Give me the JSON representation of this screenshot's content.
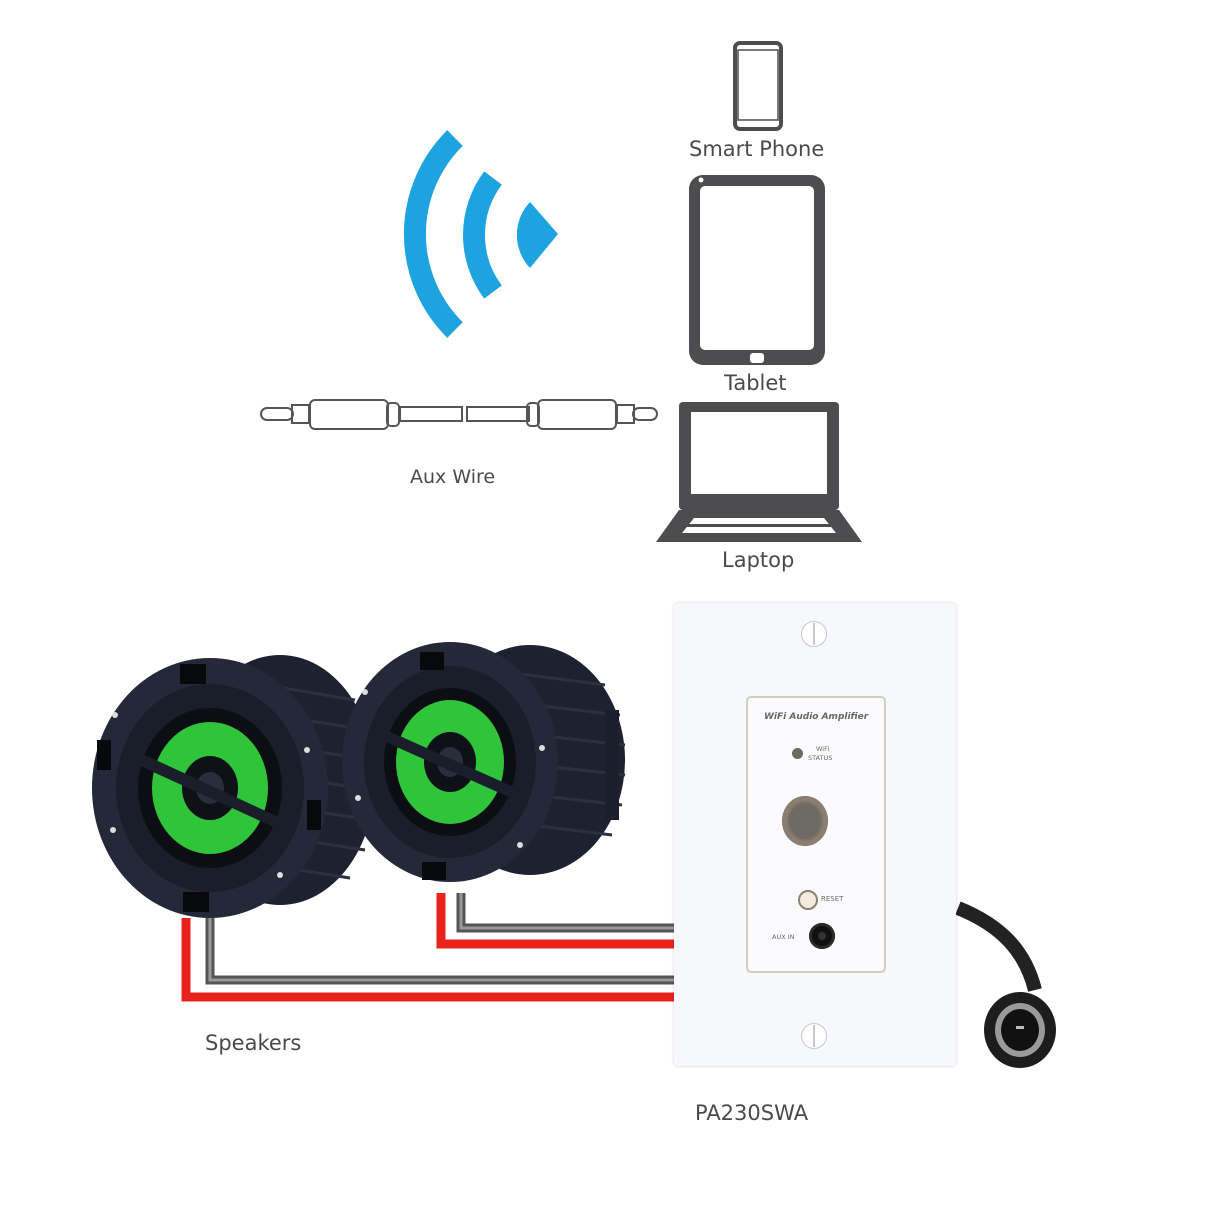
{
  "diagram": {
    "devices": {
      "smart_phone": {
        "label": "Smart Phone",
        "icon": "smartphone-icon"
      },
      "tablet": {
        "label": "Tablet",
        "icon": "tablet-icon"
      },
      "laptop": {
        "label": "Laptop",
        "icon": "laptop-icon"
      }
    },
    "wifi_signal": {
      "icon": "wifi-signal-icon",
      "color": "#1ca3e0"
    },
    "aux_wire": {
      "label": "Aux Wire",
      "icon": "aux-cable-icon"
    },
    "speakers": {
      "label": "Speakers",
      "count": 2,
      "cone_color": "#2fc43a"
    },
    "amplifier": {
      "model": "PA230SWA",
      "panel_title": "WiFi Audio Amplifier",
      "status_label_line1": "WiFi",
      "status_label_line2": "STATUS",
      "reset_label": "RESET",
      "aux_in_label": "AUX IN"
    },
    "wires": {
      "positive_color": "#e8231c",
      "negative_color": "#555555"
    },
    "icon_color": "#4d4d4f"
  }
}
